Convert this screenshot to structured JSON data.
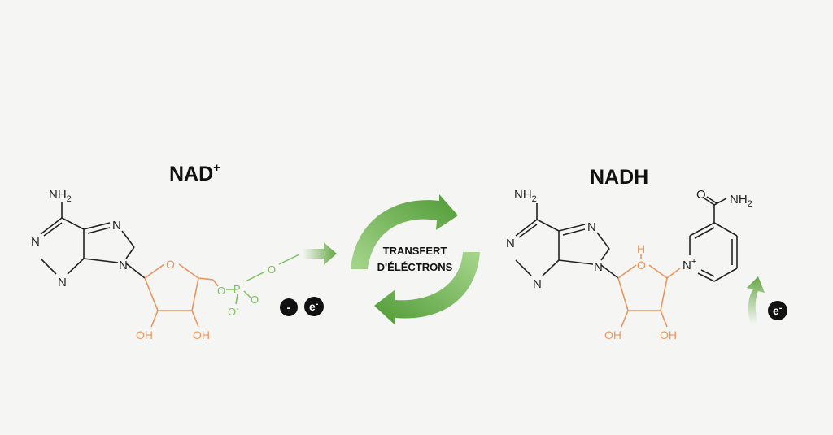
{
  "colors": {
    "background": "#f5f5f4",
    "skeleton": "#222222",
    "ribose": "#e8965e",
    "phosphate": "#7cc05c",
    "arrow": "#63a843",
    "electron": "#111111"
  },
  "titles": {
    "left": "NAD",
    "left_charge": "+",
    "right": "NADH"
  },
  "center": {
    "line1": "TRANSFERT",
    "line2": "D'ÉLÉCTRONS"
  },
  "atoms": {
    "nh2": "NH",
    "nh2_sub": "2",
    "n": "N",
    "o": "O",
    "oh": "OH",
    "p": "P",
    "phosphate_o_minus": "O",
    "minus": "-",
    "h": "H",
    "n_plus": "N",
    "plus": "+",
    "carbonyl_o": "O",
    "amide_nh2": "NH",
    "amide_nh2_sub": "2"
  },
  "electrons": {
    "minus_badge": "-",
    "e_label": "e",
    "e_charge": "-"
  },
  "icons": [
    "cycle-arrow-icon",
    "green-arrow-icon",
    "electron-badge-icon"
  ]
}
